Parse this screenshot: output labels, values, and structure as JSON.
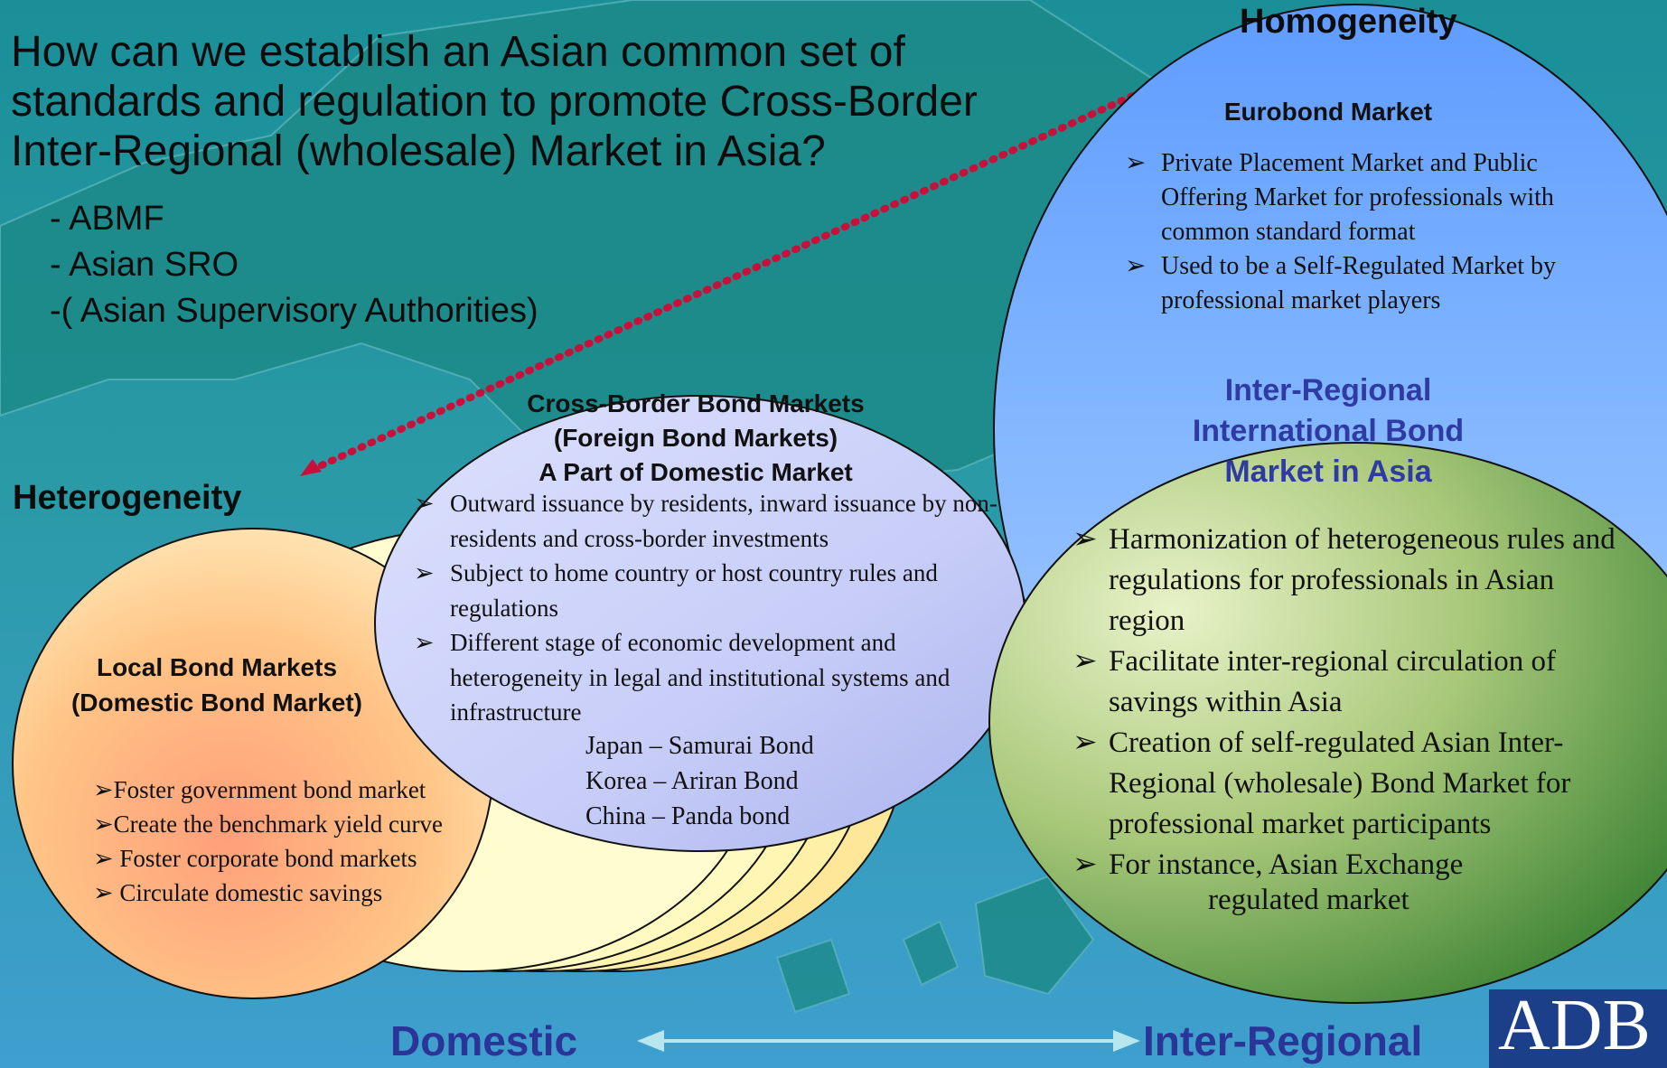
{
  "question": "How can we establish an Asian common set of standards and regulation to promote Cross-Border Inter-Regional (wholesale) Market in Asia?",
  "bullets": [
    "- ABMF",
    "- Asian SRO",
    "-( Asian Supervisory Authorities)"
  ],
  "labels": {
    "homogeneity": "Homogeneity",
    "heterogeneity": "Heterogeneity",
    "domestic": "Domestic",
    "inter_regional": "Inter-Regional"
  },
  "logo": "ADB",
  "eurobond": {
    "title": "Eurobond Market",
    "items": [
      "Private Placement Market  and Public Offering Market for professionals with common standard format",
      "Used to be a Self-Regulated Market by professional market players"
    ]
  },
  "inter_regional_market": {
    "title_lines": [
      "Inter-Regional",
      "International Bond",
      "Market in Asia"
    ],
    "items": [
      "Harmonization of heterogeneous rules and regulations for professionals in Asian region",
      "Facilitate inter-regional circulation of savings within Asia",
      "Creation of self-regulated Asian Inter-Regional (wholesale) Bond Market for professional market participants",
      "For instance, Asian Exchange"
    ],
    "item_tail": "regulated market"
  },
  "cross_border": {
    "title_lines": [
      "Cross-Border Bond Markets",
      "(Foreign Bond Markets)",
      "A Part of Domestic Market"
    ],
    "items": [
      "Outward issuance by residents, inward issuance by non-residents and cross-border investments",
      "Subject to home country or host country rules and regulations",
      "Different stage of economic development and  heterogeneity in legal and institutional systems and infrastructure"
    ],
    "examples": [
      "Japan – Samurai Bond",
      "Korea – Ariran Bond",
      "China – Panda bond"
    ]
  },
  "local": {
    "title_lines": [
      "Local Bond Markets",
      "(Domestic Bond Market)"
    ],
    "items": [
      "Foster government bond market",
      "Create the benchmark yield curve",
      " Foster corporate bond markets",
      " Circulate domestic savings"
    ]
  },
  "colors": {
    "accent_label": "#2b3497",
    "title_blue": "#2f3aa3",
    "dotted_line": "#c8103a",
    "arrow": "#b8e6ee"
  }
}
